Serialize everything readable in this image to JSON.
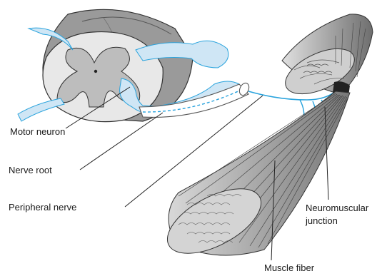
{
  "labels": {
    "motor_neuron": "Motor neuron",
    "nerve_root": "Nerve root",
    "peripheral_nerve": "Peripheral nerve",
    "neuromuscular_junction_line1": "Neuromuscular",
    "neuromuscular_junction_line2": "junction",
    "muscle_fiber": "Muscle fiber"
  },
  "colors": {
    "nerve_blue": "#cfe6f5",
    "nerve_outline": "#29a3dd",
    "grey_matter": "#bdbdbd",
    "white_matter": "#e8e8e8",
    "muscle_dark": "#4a4a4a",
    "muscle_light": "#d4d4d4"
  }
}
